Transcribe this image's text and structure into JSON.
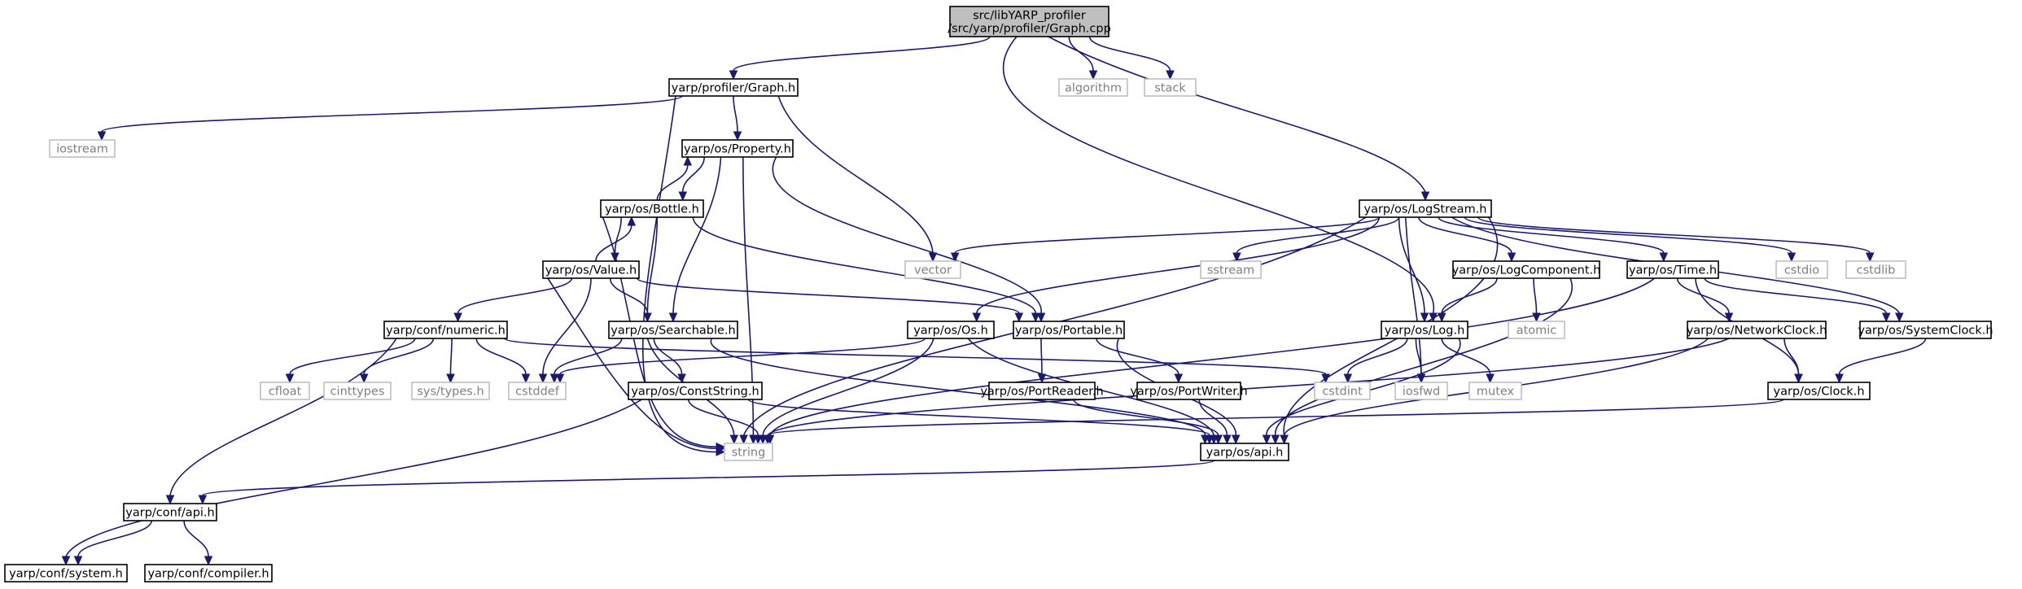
{
  "graph": {
    "colors": {
      "edge": "#191970",
      "root_fill": "#bfbfbf",
      "system_border": "#bfbfbf",
      "system_text": "#7f7f7f",
      "header_border": "#000000"
    },
    "nodes": {
      "root": {
        "lines": [
          "src/libYARP_profiler",
          "/src/yarp/profiler/Graph.cpp"
        ],
        "kind": "root"
      },
      "profiler_graph_h": {
        "lines": [
          "yarp/profiler/Graph.h"
        ],
        "kind": "header"
      },
      "algorithm": {
        "lines": [
          "algorithm"
        ],
        "kind": "system"
      },
      "stack": {
        "lines": [
          "stack"
        ],
        "kind": "system"
      },
      "iostream": {
        "lines": [
          "iostream"
        ],
        "kind": "system"
      },
      "property_h": {
        "lines": [
          "yarp/os/Property.h"
        ],
        "kind": "header"
      },
      "bottle_h": {
        "lines": [
          "yarp/os/Bottle.h"
        ],
        "kind": "header"
      },
      "value_h": {
        "lines": [
          "yarp/os/Value.h"
        ],
        "kind": "header"
      },
      "vector": {
        "lines": [
          "vector"
        ],
        "kind": "system"
      },
      "logstream_h": {
        "lines": [
          "yarp/os/LogStream.h"
        ],
        "kind": "header"
      },
      "sstream": {
        "lines": [
          "sstream"
        ],
        "kind": "system"
      },
      "logcomponent_h": {
        "lines": [
          "yarp/os/LogComponent.h"
        ],
        "kind": "header"
      },
      "time_h": {
        "lines": [
          "yarp/os/Time.h"
        ],
        "kind": "header"
      },
      "cstdio": {
        "lines": [
          "cstdio"
        ],
        "kind": "system"
      },
      "cstdlib": {
        "lines": [
          "cstdlib"
        ],
        "kind": "system"
      },
      "numeric_h": {
        "lines": [
          "yarp/conf/numeric.h"
        ],
        "kind": "header"
      },
      "searchable_h": {
        "lines": [
          "yarp/os/Searchable.h"
        ],
        "kind": "header"
      },
      "os_h": {
        "lines": [
          "yarp/os/Os.h"
        ],
        "kind": "header"
      },
      "portable_h": {
        "lines": [
          "yarp/os/Portable.h"
        ],
        "kind": "header"
      },
      "log_h": {
        "lines": [
          "yarp/os/Log.h"
        ],
        "kind": "header"
      },
      "atomic": {
        "lines": [
          "atomic"
        ],
        "kind": "system"
      },
      "networkclock_h": {
        "lines": [
          "yarp/os/NetworkClock.h"
        ],
        "kind": "header"
      },
      "systemclock_h": {
        "lines": [
          "yarp/os/SystemClock.h"
        ],
        "kind": "header"
      },
      "cfloat": {
        "lines": [
          "cfloat"
        ],
        "kind": "system"
      },
      "cinttypes": {
        "lines": [
          "cinttypes"
        ],
        "kind": "system"
      },
      "systypes_h": {
        "lines": [
          "sys/types.h"
        ],
        "kind": "system"
      },
      "cstddef": {
        "lines": [
          "cstddef"
        ],
        "kind": "system"
      },
      "conststring_h": {
        "lines": [
          "yarp/os/ConstString.h"
        ],
        "kind": "header"
      },
      "portreader_h": {
        "lines": [
          "yarp/os/PortReader.h"
        ],
        "kind": "header"
      },
      "portwriter_h": {
        "lines": [
          "yarp/os/PortWriter.h"
        ],
        "kind": "header"
      },
      "cstdint": {
        "lines": [
          "cstdint"
        ],
        "kind": "system"
      },
      "iosfwd": {
        "lines": [
          "iosfwd"
        ],
        "kind": "system"
      },
      "mutex": {
        "lines": [
          "mutex"
        ],
        "kind": "system"
      },
      "clock_h": {
        "lines": [
          "yarp/os/Clock.h"
        ],
        "kind": "header"
      },
      "string": {
        "lines": [
          "string"
        ],
        "kind": "system"
      },
      "api_h": {
        "lines": [
          "yarp/os/api.h"
        ],
        "kind": "header"
      },
      "conf_api_h": {
        "lines": [
          "yarp/conf/api.h"
        ],
        "kind": "header"
      },
      "system_h": {
        "lines": [
          "yarp/conf/system.h"
        ],
        "kind": "header"
      },
      "compiler_h": {
        "lines": [
          "yarp/conf/compiler.h"
        ],
        "kind": "header"
      }
    }
  }
}
